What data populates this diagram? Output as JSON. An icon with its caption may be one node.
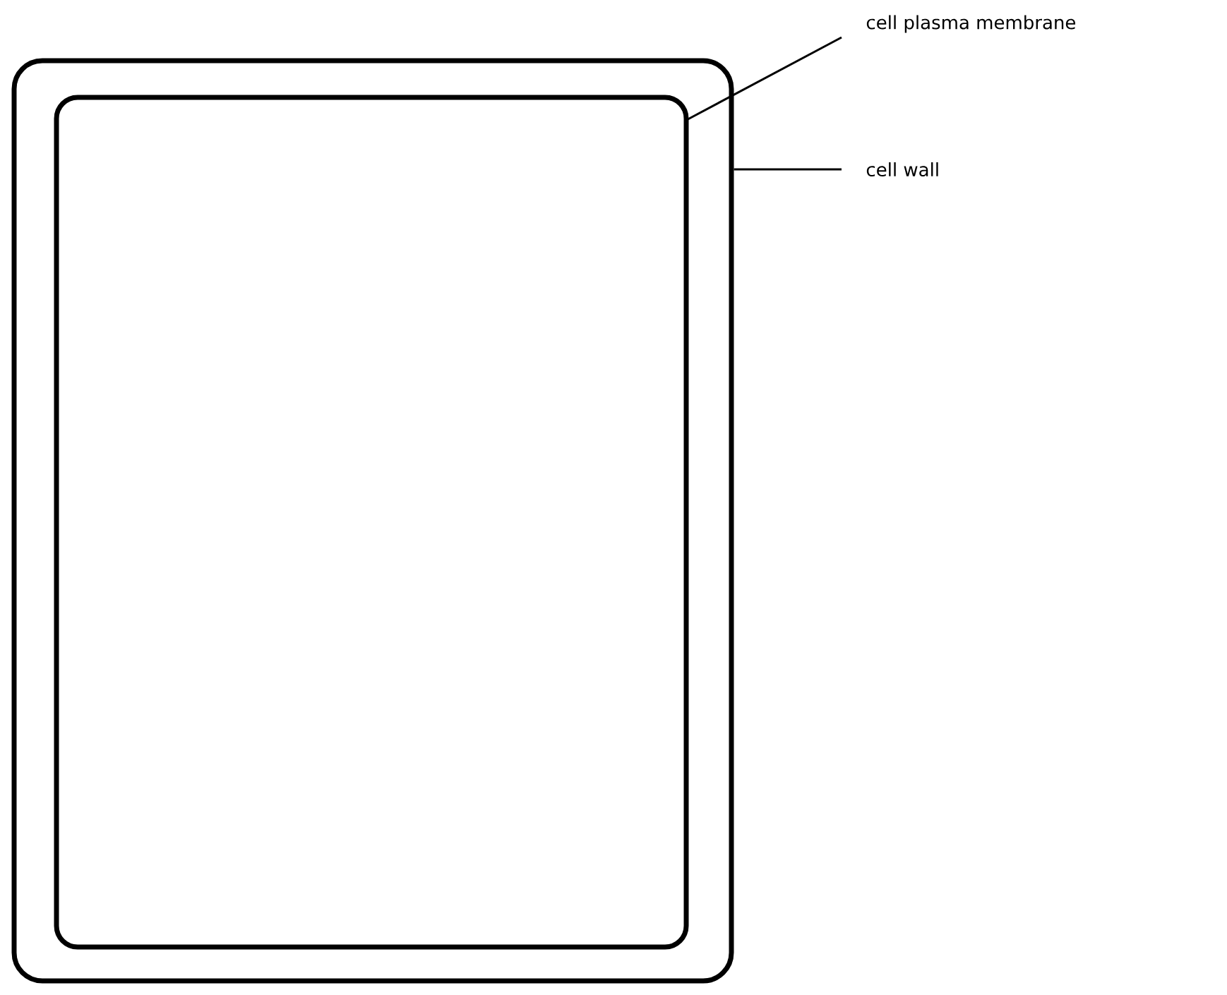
{
  "diagram": {
    "nodes": [
      {
        "text": [],
        "shape": "box"
      },
      {
        "text": [],
        "shape": "box",
        "in": 0
      },
      {
        "text": [
          "cell plasma membrane"
        ]
      },
      {
        "text": [
          "cell wall"
        ]
      }
    ],
    "edges": [
      {
        "from": 2,
        "to": 1,
        "arrow": "none"
      },
      {
        "from": 3,
        "to": 0,
        "arrow": "none"
      }
    ]
  }
}
